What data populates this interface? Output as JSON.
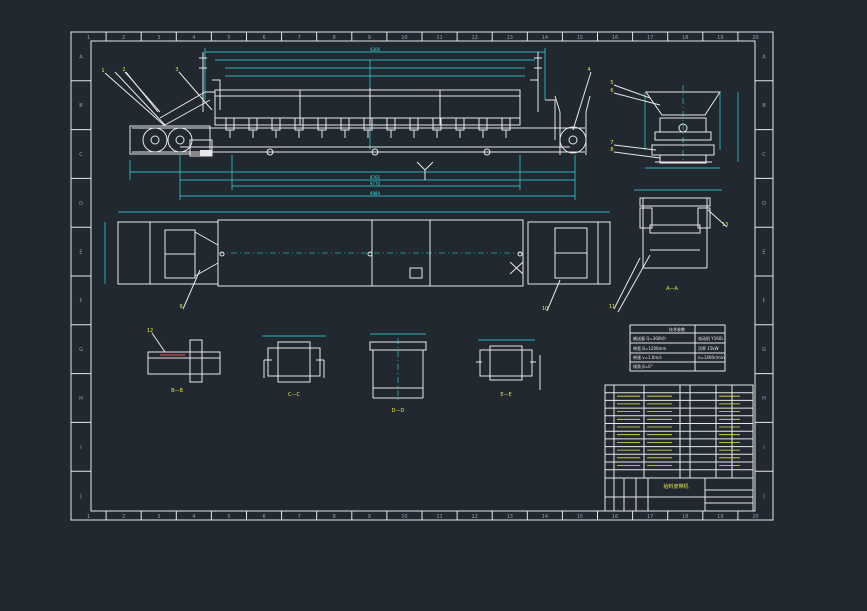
{
  "canvas": {
    "background": "#212830"
  },
  "colors": {
    "frame": "#e8e8e8",
    "dimension": "#2fe0e8",
    "text": "#e8e84a",
    "hatch": "#ff5050"
  },
  "border": {
    "columns": [
      "1",
      "2",
      "3",
      "4",
      "5",
      "6",
      "7",
      "8",
      "9",
      "10",
      "11",
      "12",
      "13",
      "14",
      "15",
      "16",
      "17",
      "18",
      "19",
      "20"
    ],
    "rows": [
      "A",
      "B",
      "C",
      "D",
      "E",
      "F",
      "G",
      "H",
      "I",
      "J"
    ]
  },
  "dimensions": {
    "top_span": "4200",
    "lower_span_1": "8765",
    "lower_span_2": "9770",
    "lower_span_3": "9889"
  },
  "labels": {
    "balloons": [
      "1",
      "2",
      "3",
      "4",
      "5",
      "6",
      "7",
      "8",
      "9",
      "10",
      "11",
      "12",
      "13"
    ]
  },
  "views": {
    "a_a": "A—A",
    "b_b": "B—B",
    "c_c": "C—C",
    "d_d": "D—D",
    "e_e": "E—E"
  },
  "tech_table": {
    "title": "技术参数",
    "rows": [
      {
        "label": "输送量 Q=300t/h",
        "value": "电动机 Y160L"
      },
      {
        "label": "带宽 B=1200mm",
        "value": "功率 15kW"
      },
      {
        "label": "带速 v=1.0m/s",
        "value": "n=1460r/min"
      },
      {
        "label": "倾角 β=0°",
        "value": ""
      }
    ]
  },
  "title_block": {
    "drawing_title": "给料皮带机"
  }
}
